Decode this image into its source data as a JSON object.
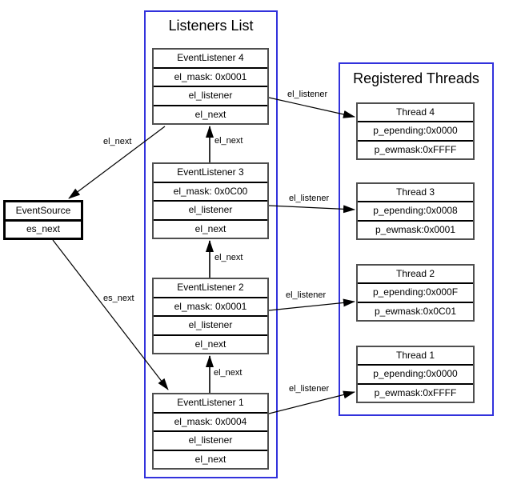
{
  "diagram": {
    "listeners_panel": {
      "title": "Listeners List"
    },
    "threads_panel": {
      "title": "Registered Threads"
    },
    "event_source": {
      "rows": [
        "EventSource",
        "es_next"
      ]
    },
    "listeners": [
      {
        "rows": [
          "EventListener 4",
          "el_mask: 0x0001",
          "el_listener",
          "el_next"
        ]
      },
      {
        "rows": [
          "EventListener 3",
          "el_mask: 0x0C00",
          "el_listener",
          "el_next"
        ]
      },
      {
        "rows": [
          "EventListener 2",
          "el_mask: 0x0001",
          "el_listener",
          "el_next"
        ]
      },
      {
        "rows": [
          "EventListener 1",
          "el_mask: 0x0004",
          "el_listener",
          "el_next"
        ]
      }
    ],
    "threads": [
      {
        "rows": [
          "Thread 4",
          "p_epending:0x0000",
          "p_ewmask:0xFFFF"
        ]
      },
      {
        "rows": [
          "Thread 3",
          "p_epending:0x0008",
          "p_ewmask:0x0001"
        ]
      },
      {
        "rows": [
          "Thread 2",
          "p_epending:0x000F",
          "p_ewmask:0x0C01"
        ]
      },
      {
        "rows": [
          "Thread 1",
          "p_epending:0x0000",
          "p_ewmask:0xFFFF"
        ]
      }
    ],
    "edge_labels": [
      {
        "text": "el_next"
      },
      {
        "text": "el_next"
      },
      {
        "text": "el_next"
      },
      {
        "text": "el_next"
      },
      {
        "text": "es_next"
      },
      {
        "text": "el_listener"
      },
      {
        "text": "el_listener"
      },
      {
        "text": "el_listener"
      },
      {
        "text": "el_listener"
      }
    ],
    "colors": {
      "panel_border": "#3232dc",
      "box_border": "#4f4f4f",
      "line": "#000000"
    }
  }
}
